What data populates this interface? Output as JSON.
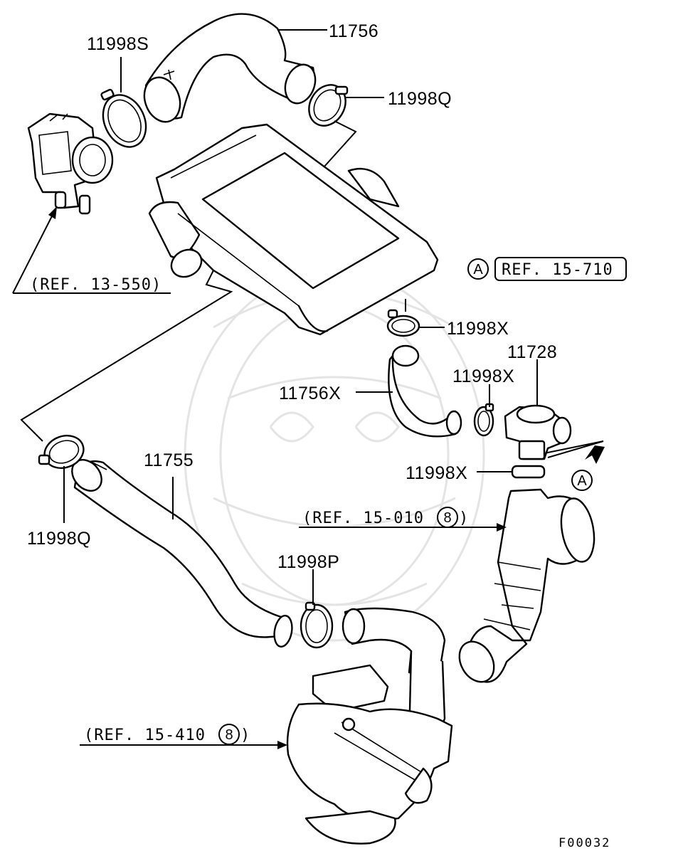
{
  "parts": {
    "p11756": "11756",
    "p11998S": "11998S",
    "p11998Q_top": "11998Q",
    "p11998X_upper": "11998X",
    "p11728": "11728",
    "p11998X_mid": "11998X",
    "p11756X": "11756X",
    "p11998X_lower": "11998X",
    "p11755": "11755",
    "p11998Q_left": "11998Q",
    "p11998P": "11998P"
  },
  "refs": {
    "ref_13_550": "(REF. 13-550)",
    "ref_15_710": "REF. 15-710",
    "ref_15_010": "(REF. 15-010",
    "ref_15_410": "(REF. 15-410"
  },
  "markers": {
    "marker_a_box": "A",
    "marker_a_arrow": "A",
    "circled_8_a": "8",
    "circled_8_b": "8"
  },
  "figure_code": "F00032"
}
